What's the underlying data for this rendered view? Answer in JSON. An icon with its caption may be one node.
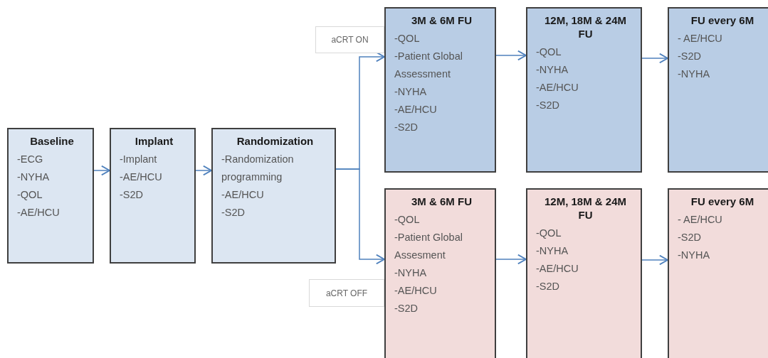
{
  "diagram": {
    "nodes": [
      {
        "text": [
          "Baseline",
          "-ECG",
          "-NYHA",
          "-QOL",
          "-AE/HCU"
        ]
      },
      {
        "text": [
          "Implant",
          "-Implant",
          "-AE/HCU",
          "-S2D"
        ]
      },
      {
        "text": [
          "Randomization",
          "-Randomization programming",
          "-AE/HCU",
          "-S2D"
        ]
      },
      {
        "text": [
          "3M & 6M FU",
          "-QOL",
          "-Patient Global Assessment",
          "-NYHA",
          "-AE/HCU",
          "-S2D"
        ]
      },
      {
        "text": [
          "12M, 18M & 24M FU",
          "-QOL",
          "-NYHA",
          "-AE/HCU",
          "-S2D"
        ]
      },
      {
        "text": [
          "FU every 6M",
          "- AE/HCU",
          "-S2D",
          "-NYHA"
        ]
      },
      {
        "text": [
          "3M & 6M FU",
          "-QOL",
          "-Patient Global Assesment",
          "-NYHA",
          "-AE/HCU",
          "-S2D"
        ]
      },
      {
        "text": [
          "12M, 18M & 24M FU",
          "-QOL",
          "-NYHA",
          "-AE/HCU",
          "-S2D"
        ]
      },
      {
        "text": [
          "FU every 6M",
          "- AE/HCU",
          "-S2D",
          "-NYHA"
        ]
      }
    ],
    "edges": [
      {
        "from": 0,
        "to": 1,
        "arrow": "to"
      },
      {
        "from": 1,
        "to": 2,
        "arrow": "to"
      },
      {
        "from": 2,
        "to": 3,
        "arrow": "to",
        "label": "aCRT ON"
      },
      {
        "from": 2,
        "to": 6,
        "arrow": "to",
        "label": "aCRT OFF"
      },
      {
        "from": 3,
        "to": 4,
        "arrow": "to"
      },
      {
        "from": 4,
        "to": 5,
        "arrow": "to"
      },
      {
        "from": 6,
        "to": 7,
        "arrow": "to"
      },
      {
        "from": 7,
        "to": 8,
        "arrow": "to"
      }
    ]
  }
}
